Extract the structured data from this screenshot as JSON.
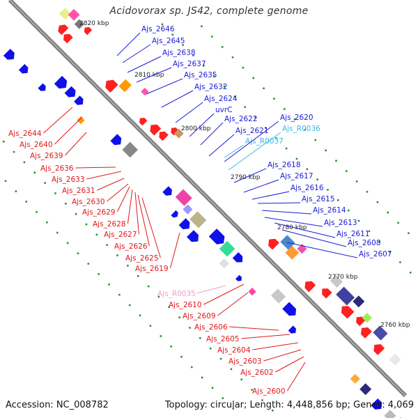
{
  "title": "Acidovorax sp. JS42, complete genome",
  "footer": {
    "accession": "Accession: NC_008782",
    "summary": "Topology: circular; Length: 4,448,856 bp; Genes: 4,069"
  },
  "scale_labels": [
    "2820 kbp",
    "2810 kbp",
    "2800 kbp",
    "2790 kbp",
    "2780 kbp",
    "2770 kbp",
    "2760 kbp"
  ],
  "colors": {
    "forward_label": "#1a1ad6",
    "reverse_label": "#e01818",
    "forward_rna_label": "#3ab8e0",
    "reverse_rna_label": "#f0a0c0",
    "backbone": "#808080",
    "tick": "#228B22"
  },
  "forward_labels": [
    "Ajs_2646",
    "Ajs_2645",
    "Ajs_2638",
    "Ajs_2637",
    "Ajs_2635",
    "Ajs_2632",
    "Ajs_2624",
    "uvrC",
    "Ajs_2622",
    "Ajs_2621",
    "Ajs_R0037",
    "Ajs_2620",
    "Ajs_R0036",
    "Ajs_2618",
    "Ajs_2617",
    "Ajs_2616",
    "Ajs_2615",
    "Ajs_2614",
    "Ajs_2613",
    "Ajs_2611",
    "Ajs_2608",
    "Ajs_2607"
  ],
  "reverse_labels": [
    "Ajs_2644",
    "Ajs_2640",
    "Ajs_2639",
    "Ajs_2636",
    "Ajs_2633",
    "Ajs_2631",
    "Ajs_2630",
    "Ajs_2629",
    "Ajs_2628",
    "Ajs_2627",
    "Ajs_2626",
    "Ajs_2625",
    "Ajs_2619",
    "Ajs_R0035",
    "Ajs_2610",
    "Ajs_2609",
    "Ajs_2606",
    "Ajs_2605",
    "Ajs_2604",
    "Ajs_2603",
    "Ajs_2602",
    "Ajs_2600"
  ]
}
